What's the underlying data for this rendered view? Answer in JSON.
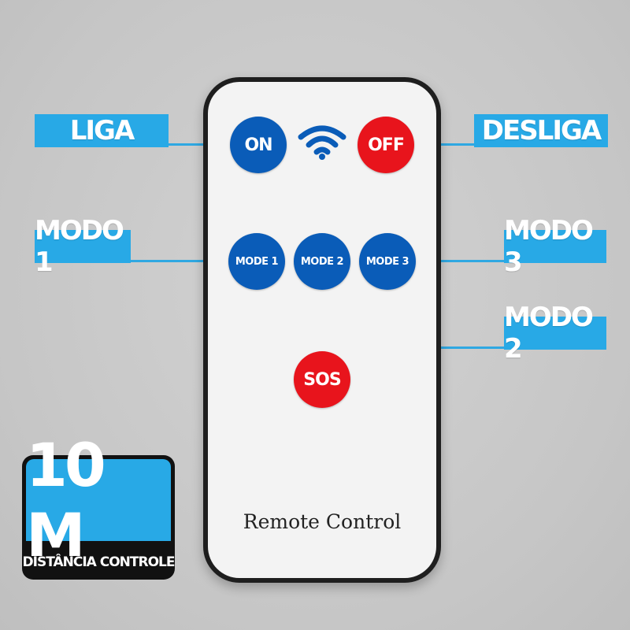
{
  "remote": {
    "buttons": {
      "on": "ON",
      "off": "OFF",
      "mode1": "MODE 1",
      "mode2": "MODE 2",
      "mode3": "MODE 3",
      "sos": "SOS"
    },
    "label": "Remote Control",
    "wifi_icon": "wifi-icon"
  },
  "callouts": {
    "liga": "LIGA",
    "desliga": "DESLIGA",
    "modo1": "MODO 1",
    "modo3": "MODO 3",
    "modo2": "MODO 2"
  },
  "distance": {
    "value": "10 M",
    "caption": "DISTÂNCIA CONTROLE"
  },
  "colors": {
    "button_blue": "#0a5cb8",
    "button_red": "#e8141c",
    "callout_blue": "#28a9e6",
    "background": "#c8c8c8"
  }
}
